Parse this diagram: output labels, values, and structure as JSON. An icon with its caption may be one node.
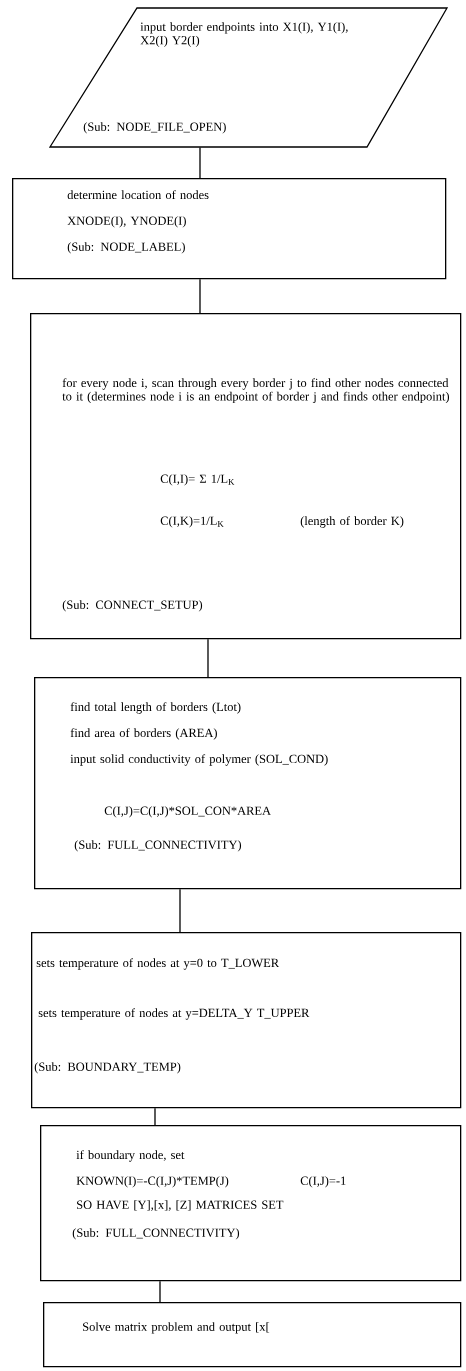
{
  "diagram": {
    "nodes": [
      {
        "text": [
          "input border endpoints into X1(I), Y1(I), X2(I) Y2(I)",
          "(Sub: NODE_FILE_OPEN)"
        ]
      },
      {
        "text": [
          "determine location of nodes",
          "XNODE(I), YNODE(I)",
          "(Sub:  NODE_LABEL)"
        ]
      },
      {
        "text": [
          "for every node i, scan through every border j to find other nodes connected to it (determines node i is an endpoint of border j and finds other endpoint)",
          "C(I,I)= Σ 1/L$_{K}$",
          "C(I,K)=1/L$_{K}$",
          "(length of border K)",
          "(Sub:  CONNECT_SETUP)"
        ]
      },
      {
        "text": [
          "find total length of borders (Ltot)",
          "find area of borders (AREA)",
          "input solid conductivity of polymer (SOL_COND)",
          "C(I,J)=C(I,J)*SOL_CON*AREA",
          "(Sub:  FULL_CONNECTIVITY)"
        ]
      },
      {
        "text": [
          "sets temperature of nodes at y=0 to T_LOWER",
          "sets temperature of nodes at y=DELTA_Y T_UPPER",
          "(Sub: BOUNDARY_TEMP)"
        ]
      },
      {
        "text": [
          "if boundary node, set",
          "KNOWN(I)=-C(I,J)*TEMP(J)",
          "C(I,J)=-1",
          "SO HAVE [Y],[x], [Z] MATRICES SET",
          "(Sub:  FULL_CONNECTIVITY)"
        ]
      },
      {
        "text": [
          "Solve matrix problem and output [x["
        ]
      }
    ],
    "edges": [
      {
        "from": 0,
        "to": 1,
        "arrow": "none"
      },
      {
        "from": 1,
        "to": 2,
        "arrow": "none"
      },
      {
        "from": 2,
        "to": 3,
        "arrow": "none"
      },
      {
        "from": 3,
        "to": 4,
        "arrow": "none"
      },
      {
        "from": 4,
        "to": 5,
        "arrow": "none"
      },
      {
        "from": 5,
        "to": 6,
        "arrow": "none"
      }
    ]
  }
}
